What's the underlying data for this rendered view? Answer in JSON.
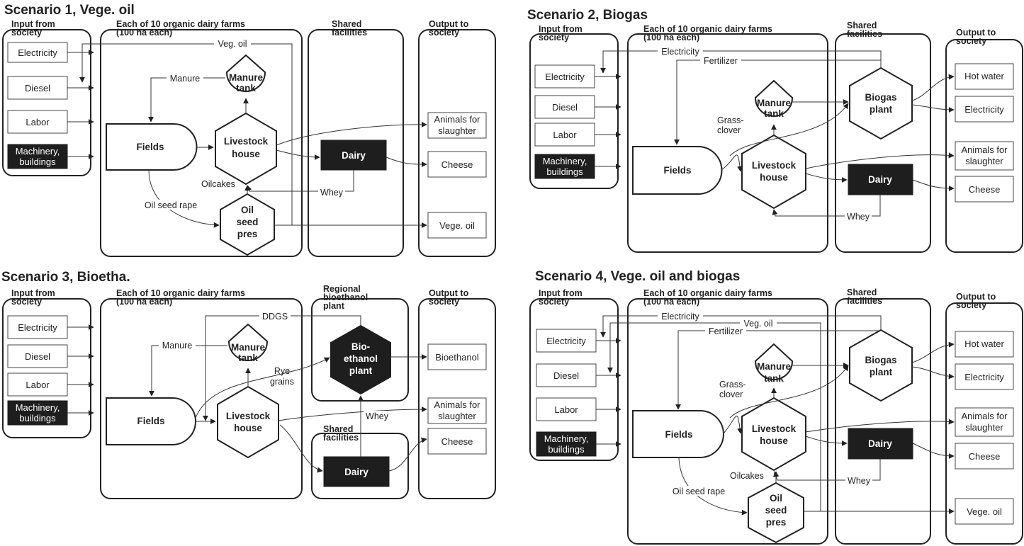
{
  "scenarios": [
    {
      "title": "Scenario 1, Vege. oil",
      "columns": {
        "input": [
          "Input from",
          "society"
        ],
        "farms": [
          "Each of 10 organic dairy farms",
          "(100 ha each)"
        ],
        "shared": [
          "Shared",
          "facilities"
        ],
        "output": [
          "Output to",
          "society"
        ]
      },
      "inputs": [
        {
          "lines": [
            "Electricity"
          ],
          "dark": false
        },
        {
          "lines": [
            "Diesel"
          ],
          "dark": false
        },
        {
          "lines": [
            "Labor"
          ],
          "dark": false
        },
        {
          "lines": [
            "Machinery,",
            "buildings"
          ],
          "dark": true
        }
      ],
      "nodes": {
        "fields": [
          "Fields"
        ],
        "manure_tank": [
          "Manure",
          "tank"
        ],
        "livestock_house": [
          "Livestock",
          "house"
        ],
        "oil_seed_pres": [
          "Oil",
          "seed",
          "pres"
        ],
        "dairy": [
          "Dairy"
        ]
      },
      "outputs": [
        [
          "Animals for",
          "slaughter"
        ],
        [
          "Cheese"
        ],
        [
          "Vege. oil"
        ]
      ],
      "flows": {
        "veg_oil": "Veg. oil",
        "manure": "Manure",
        "oilcakes": "Oilcakes",
        "whey": "Whey",
        "oil_seed_rape": "Oil seed rape"
      }
    },
    {
      "title": "Scenario 2, Biogas",
      "columns": {
        "input": [
          "Input from",
          "society"
        ],
        "farms": [
          "Each of 10 organic dairy farms",
          "(100 ha each)"
        ],
        "shared": [
          "Shared",
          "facilities"
        ],
        "output": [
          "Output to",
          "society"
        ]
      },
      "inputs": [
        {
          "lines": [
            "Electricity"
          ],
          "dark": false
        },
        {
          "lines": [
            "Diesel"
          ],
          "dark": false
        },
        {
          "lines": [
            "Labor"
          ],
          "dark": false
        },
        {
          "lines": [
            "Machinery,",
            "buildings"
          ],
          "dark": true
        }
      ],
      "nodes": {
        "fields": [
          "Fields"
        ],
        "manure_tank": [
          "Manure",
          "tank"
        ],
        "livestock_house": [
          "Livestock",
          "house"
        ],
        "biogas_plant": [
          "Biogas",
          "plant"
        ],
        "dairy": [
          "Dairy"
        ]
      },
      "outputs": [
        [
          "Hot water"
        ],
        [
          "Electricity"
        ],
        [
          "Animals for",
          "slaughter"
        ],
        [
          "Cheese"
        ]
      ],
      "flows": {
        "electricity": "Electricity",
        "fertilizer": "Fertilizer",
        "grass_clover": [
          "Grass-",
          "clover"
        ],
        "whey": "Whey"
      }
    },
    {
      "title": "Scenario 3, Bioetha.",
      "columns": {
        "input": [
          "Input from",
          "society"
        ],
        "farms": [
          "Each of 10 organic dairy farms",
          "(100 ha each)"
        ],
        "regional": [
          "Regional",
          "bioethanol",
          "plant"
        ],
        "shared": [
          "Shared",
          "facilities"
        ],
        "output": [
          "Output to",
          "society"
        ]
      },
      "inputs": [
        {
          "lines": [
            "Electricity"
          ],
          "dark": false
        },
        {
          "lines": [
            "Diesel"
          ],
          "dark": false
        },
        {
          "lines": [
            "Labor"
          ],
          "dark": false
        },
        {
          "lines": [
            "Machinery,",
            "buildings"
          ],
          "dark": true
        }
      ],
      "nodes": {
        "fields": [
          "Fields"
        ],
        "manure_tank": [
          "Manure",
          "tank"
        ],
        "livestock_house": [
          "Livestock",
          "house"
        ],
        "bioethanol_plant": [
          "Bio-",
          "ethanol",
          "plant"
        ],
        "dairy": [
          "Dairy"
        ]
      },
      "outputs": [
        [
          "Bioethanol"
        ],
        [
          "Animals for",
          "slaughter"
        ],
        [
          "Cheese"
        ]
      ],
      "flows": {
        "ddgs": "DDGS",
        "manure": "Manure",
        "rye_grains": [
          "Rye",
          "grains"
        ],
        "whey": "Whey"
      }
    },
    {
      "title": "Scenario 4, Vege. oil and biogas",
      "columns": {
        "input": [
          "Input from",
          "society"
        ],
        "farms": [
          "Each of 10 organic dairy farms",
          "(100 ha each)"
        ],
        "shared": [
          "Shared",
          "facilities"
        ],
        "output": [
          "Output to",
          "society"
        ]
      },
      "inputs": [
        {
          "lines": [
            "Electricity"
          ],
          "dark": false
        },
        {
          "lines": [
            "Diesel"
          ],
          "dark": false
        },
        {
          "lines": [
            "Labor"
          ],
          "dark": false
        },
        {
          "lines": [
            "Machinery,",
            "buildings"
          ],
          "dark": true
        }
      ],
      "nodes": {
        "fields": [
          "Fields"
        ],
        "manure_tank": [
          "Manure",
          "tank"
        ],
        "livestock_house": [
          "Livestock",
          "house"
        ],
        "oil_seed_pres": [
          "Oil",
          "seed",
          "pres"
        ],
        "biogas_plant": [
          "Biogas",
          "plant"
        ],
        "dairy": [
          "Dairy"
        ]
      },
      "outputs": [
        [
          "Hot water"
        ],
        [
          "Electricity"
        ],
        [
          "Animals for",
          "slaughter"
        ],
        [
          "Cheese"
        ],
        [
          "Vege. oil"
        ]
      ],
      "flows": {
        "electricity": "Electricity",
        "veg_oil": "Veg. oil",
        "fertilizer": "Fertilizer",
        "grass_clover": [
          "Grass-",
          "clover"
        ],
        "oilcakes": "Oilcakes",
        "whey": "Whey",
        "oil_seed_rape": "Oil seed rape"
      }
    }
  ]
}
